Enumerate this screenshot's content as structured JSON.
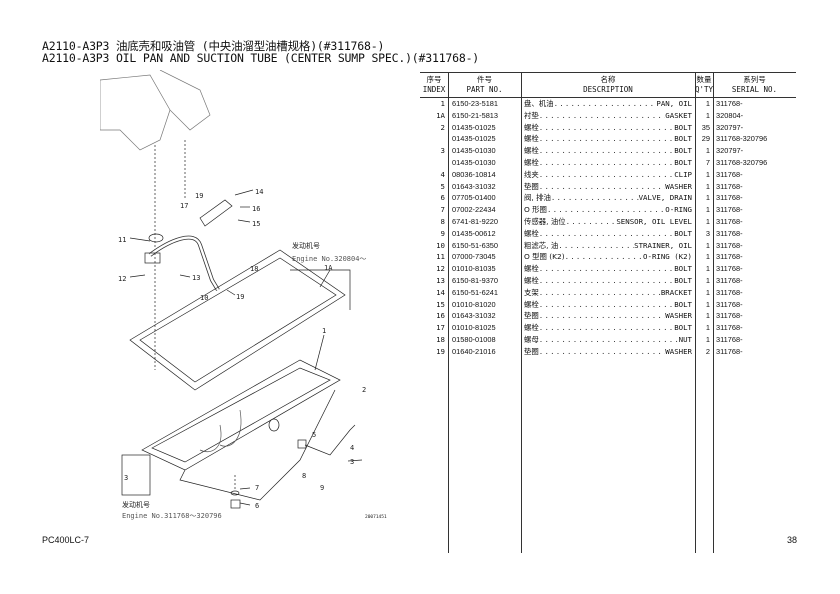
{
  "title": {
    "cn": "A2110-A3P3 油底壳和吸油管 (中央油溜型油槽规格)(#311768-)",
    "en": "A2110-A3P3 OIL PAN AND SUCTION TUBE (CENTER SUMP SPEC.)(#311768-)"
  },
  "table": {
    "headers": {
      "index_cn": "序号",
      "index_en": "INDEX",
      "part_cn": "件号",
      "part_en": "PART NO.",
      "desc_cn": "名称",
      "desc_en": "DESCRIPTION",
      "qty_cn": "数量",
      "qty_en": "Q'TY",
      "serial_cn": "系列号",
      "serial_en": "SERIAL NO."
    },
    "rows": [
      {
        "index": "1",
        "part": "6150-23-5181",
        "cn": "盘、机油",
        "en": "PAN, OIL",
        "qty": "1",
        "serial": "311768-"
      },
      {
        "index": "1A",
        "part": "6150-21-5813",
        "cn": "衬垫",
        "en": "GASKET",
        "qty": "1",
        "serial": "320804-"
      },
      {
        "index": "2",
        "part": "01435-01025",
        "cn": "螺栓",
        "en": "BOLT",
        "qty": "35",
        "serial": "320797-"
      },
      {
        "index": "",
        "part": "01435-01025",
        "cn": "螺栓",
        "en": "BOLT",
        "qty": "29",
        "serial": "311768-320796"
      },
      {
        "index": "3",
        "part": "01435-01030",
        "cn": "螺栓",
        "en": "BOLT",
        "qty": "1",
        "serial": "320797-"
      },
      {
        "index": "",
        "part": "01435-01030",
        "cn": "螺栓",
        "en": "BOLT",
        "qty": "7",
        "serial": "311768-320796"
      },
      {
        "index": "4",
        "part": "08036-10814",
        "cn": "线夹",
        "en": "CLIP",
        "qty": "1",
        "serial": "311768-"
      },
      {
        "index": "5",
        "part": "01643-31032",
        "cn": "垫圈",
        "en": "WASHER",
        "qty": "1",
        "serial": "311768-"
      },
      {
        "index": "6",
        "part": "07705-01400",
        "cn": "阀, 排油",
        "en": "VALVE, DRAIN",
        "qty": "1",
        "serial": "311768-"
      },
      {
        "index": "7",
        "part": "07002-22434",
        "cn": "O 形圈",
        "en": "O-RING",
        "qty": "1",
        "serial": "311768-"
      },
      {
        "index": "8",
        "part": "6741-81-9220",
        "cn": "传感器, 油位",
        "en": "SENSOR, OIL LEVEL",
        "qty": "1",
        "serial": "311768-"
      },
      {
        "index": "9",
        "part": "01435-00612",
        "cn": "螺栓",
        "en": "BOLT",
        "qty": "3",
        "serial": "311768-"
      },
      {
        "index": "10",
        "part": "6150-51-6350",
        "cn": "粗滤芯, 油",
        "en": "STRAINER, OIL",
        "qty": "1",
        "serial": "311768-"
      },
      {
        "index": "11",
        "part": "07000-73045",
        "cn": "O 型圈 (K2)",
        "en": "O-RING (K2)",
        "qty": "1",
        "serial": "311768-"
      },
      {
        "index": "12",
        "part": "01010-81035",
        "cn": "螺栓",
        "en": "BOLT",
        "qty": "1",
        "serial": "311768-"
      },
      {
        "index": "13",
        "part": "6150-81-9370",
        "cn": "螺栓",
        "en": "BOLT",
        "qty": "1",
        "serial": "311768-"
      },
      {
        "index": "14",
        "part": "6150-51-6241",
        "cn": "支架",
        "en": "BRACKET",
        "qty": "1",
        "serial": "311768-"
      },
      {
        "index": "15",
        "part": "01010-81020",
        "cn": "螺栓",
        "en": "BOLT",
        "qty": "1",
        "serial": "311768-"
      },
      {
        "index": "16",
        "part": "01643-31032",
        "cn": "垫圈",
        "en": "WASHER",
        "qty": "1",
        "serial": "311768-"
      },
      {
        "index": "17",
        "part": "01010-81025",
        "cn": "螺栓",
        "en": "BOLT",
        "qty": "1",
        "serial": "311768-"
      },
      {
        "index": "18",
        "part": "01580-01008",
        "cn": "螺母",
        "en": "NUT",
        "qty": "1",
        "serial": "311768-"
      },
      {
        "index": "19",
        "part": "01640-21016",
        "cn": "垫圈",
        "en": "WASHER",
        "qty": "2",
        "serial": "311768-"
      }
    ]
  },
  "diagram": {
    "callouts": [
      "1",
      "1A",
      "2",
      "3",
      "3",
      "4",
      "5",
      "6",
      "7",
      "8",
      "9",
      "10",
      "11",
      "12",
      "13",
      "14",
      "15",
      "16",
      "17",
      "18",
      "19",
      "19"
    ],
    "note1_cn": "发动机号",
    "note1_en": "Engine No.320804～",
    "note2_cn": "发动机号",
    "note2_en": "Engine No.311768～320796",
    "figure_code": "20071451"
  },
  "footer": {
    "model": "PC400LC-7",
    "page": "38"
  }
}
